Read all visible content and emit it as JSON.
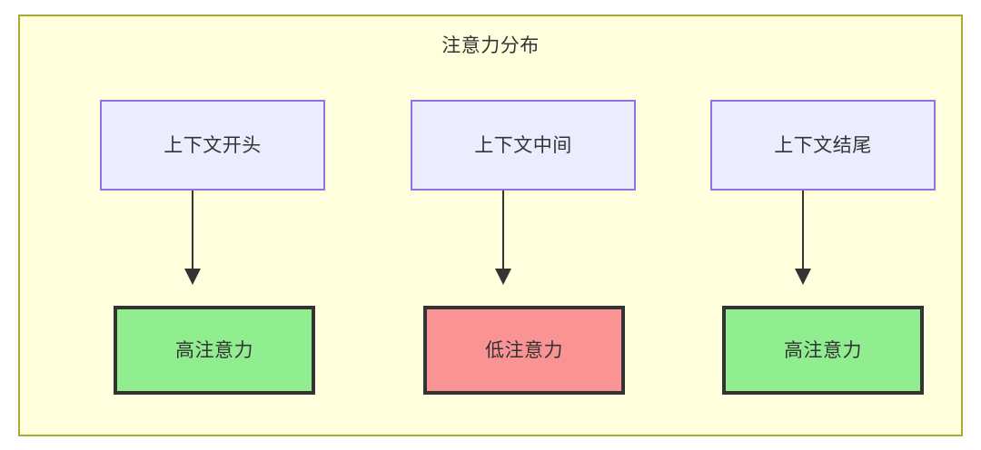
{
  "diagram": {
    "title": "注意力分布",
    "type": "flowchart",
    "colors": {
      "container_fill": "#ffffde",
      "container_border": "#aaaa33",
      "context_fill": "#ececff",
      "context_border": "#9370db",
      "high_attention_fill": "#90ee90",
      "low_attention_fill": "#fa9393",
      "node_border_dark": "#333333",
      "text": "#333333",
      "edge": "#333333"
    },
    "top_nodes": [
      {
        "id": "context-start",
        "label": "上下文开头"
      },
      {
        "id": "context-mid",
        "label": "上下文中间"
      },
      {
        "id": "context-end",
        "label": "上下文结尾"
      }
    ],
    "bottom_nodes": [
      {
        "id": "attn-high-start",
        "label": "高注意力"
      },
      {
        "id": "attn-low-mid",
        "label": "低注意力"
      },
      {
        "id": "attn-high-end",
        "label": "高注意力"
      }
    ],
    "edges": [
      {
        "from": "上下文开头",
        "to": "高注意力"
      },
      {
        "from": "上下文中间",
        "to": "低注意力"
      },
      {
        "from": "上下文结尾",
        "to": "高注意力"
      }
    ]
  }
}
